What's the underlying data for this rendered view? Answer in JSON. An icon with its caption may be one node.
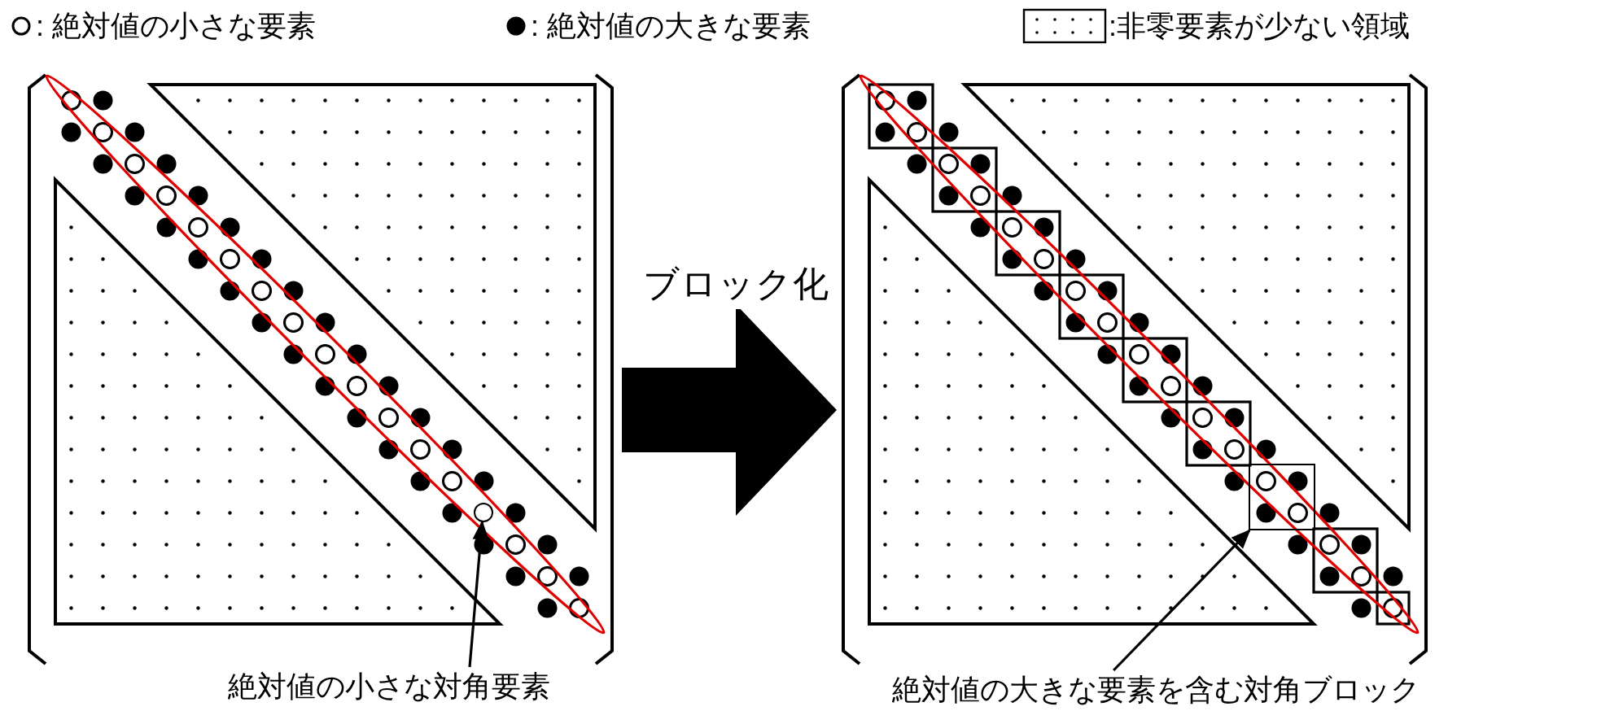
{
  "diagram": {
    "nodes": [
      {
        "text": [],
        "shape": "box"
      },
      {
        "text": [],
        "shape": "circle",
        "in": 0
      },
      {
        "text": [],
        "shape": "box"
      },
      {
        "text": [],
        "shape": "box",
        "in": 2
      },
      {
        "text": [
          "絶対値の小さな対角要素"
        ]
      },
      {
        "text": [
          "絶対値の大きな要素を含む対角ブロック"
        ]
      }
    ],
    "edges": [
      {
        "from": 0,
        "to": 2,
        "arrow": "to",
        "style": "thick",
        "label": "ブロック化"
      },
      {
        "from": 4,
        "to": 1,
        "arrow": "to"
      },
      {
        "from": 5,
        "to": 3,
        "arrow": "to"
      }
    ],
    "legend": [
      {
        "text": ": 絶対値の小さな要素"
      },
      {
        "text": ": 絶対値の大きな要素"
      },
      {
        "text": ":非零要素が少ない領域"
      }
    ]
  }
}
